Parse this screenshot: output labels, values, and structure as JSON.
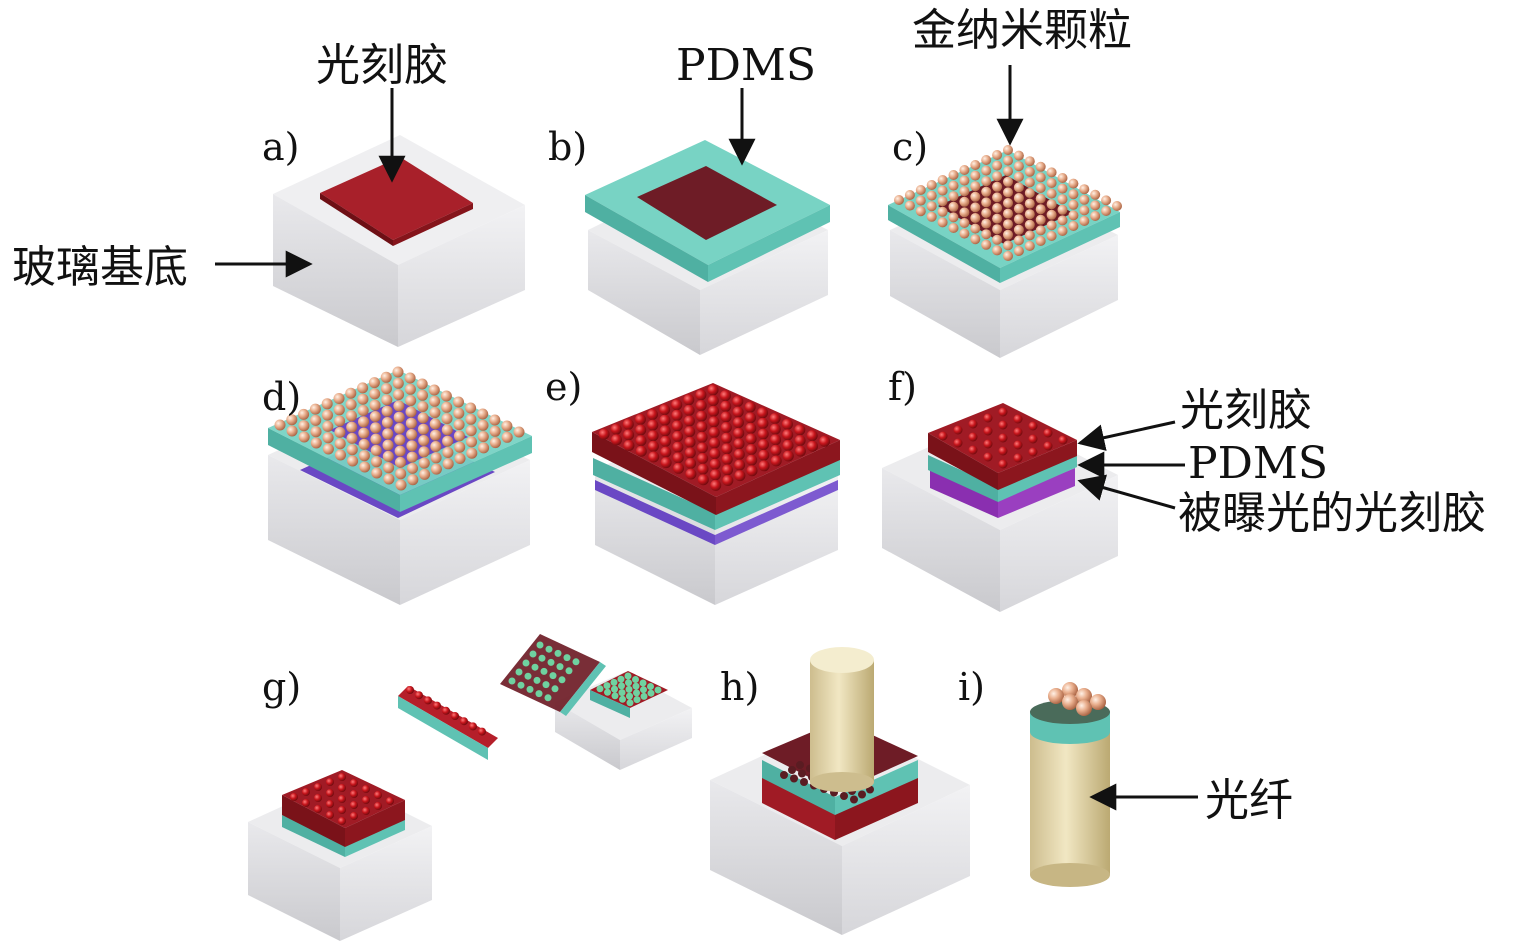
{
  "panels": [
    {
      "id": "a",
      "label": "a)"
    },
    {
      "id": "b",
      "label": "b)"
    },
    {
      "id": "c",
      "label": "c)"
    },
    {
      "id": "d",
      "label": "d)"
    },
    {
      "id": "e",
      "label": "e)"
    },
    {
      "id": "f",
      "label": "f)"
    },
    {
      "id": "g",
      "label": "g)"
    },
    {
      "id": "h",
      "label": "h)"
    },
    {
      "id": "i",
      "label": "i)"
    }
  ],
  "callouts": {
    "photoresist_top": "光刻胶",
    "pdms_top": "PDMS",
    "gold_nanoparticles": "金纳米颗粒",
    "glass_substrate": "玻璃基底",
    "photoresist_f": "光刻胶",
    "pdms_f": "PDMS",
    "exposed_photoresist": "被曝光的光刻胶",
    "optical_fiber": "光纤"
  },
  "colors": {
    "glass": "#e4e4e6",
    "photoresist": "#9b1a22",
    "pdms": "#6fcfc0",
    "gold": "#e8a98a",
    "exposed": "#7a3fb0",
    "fiber": "#e8dcae"
  }
}
